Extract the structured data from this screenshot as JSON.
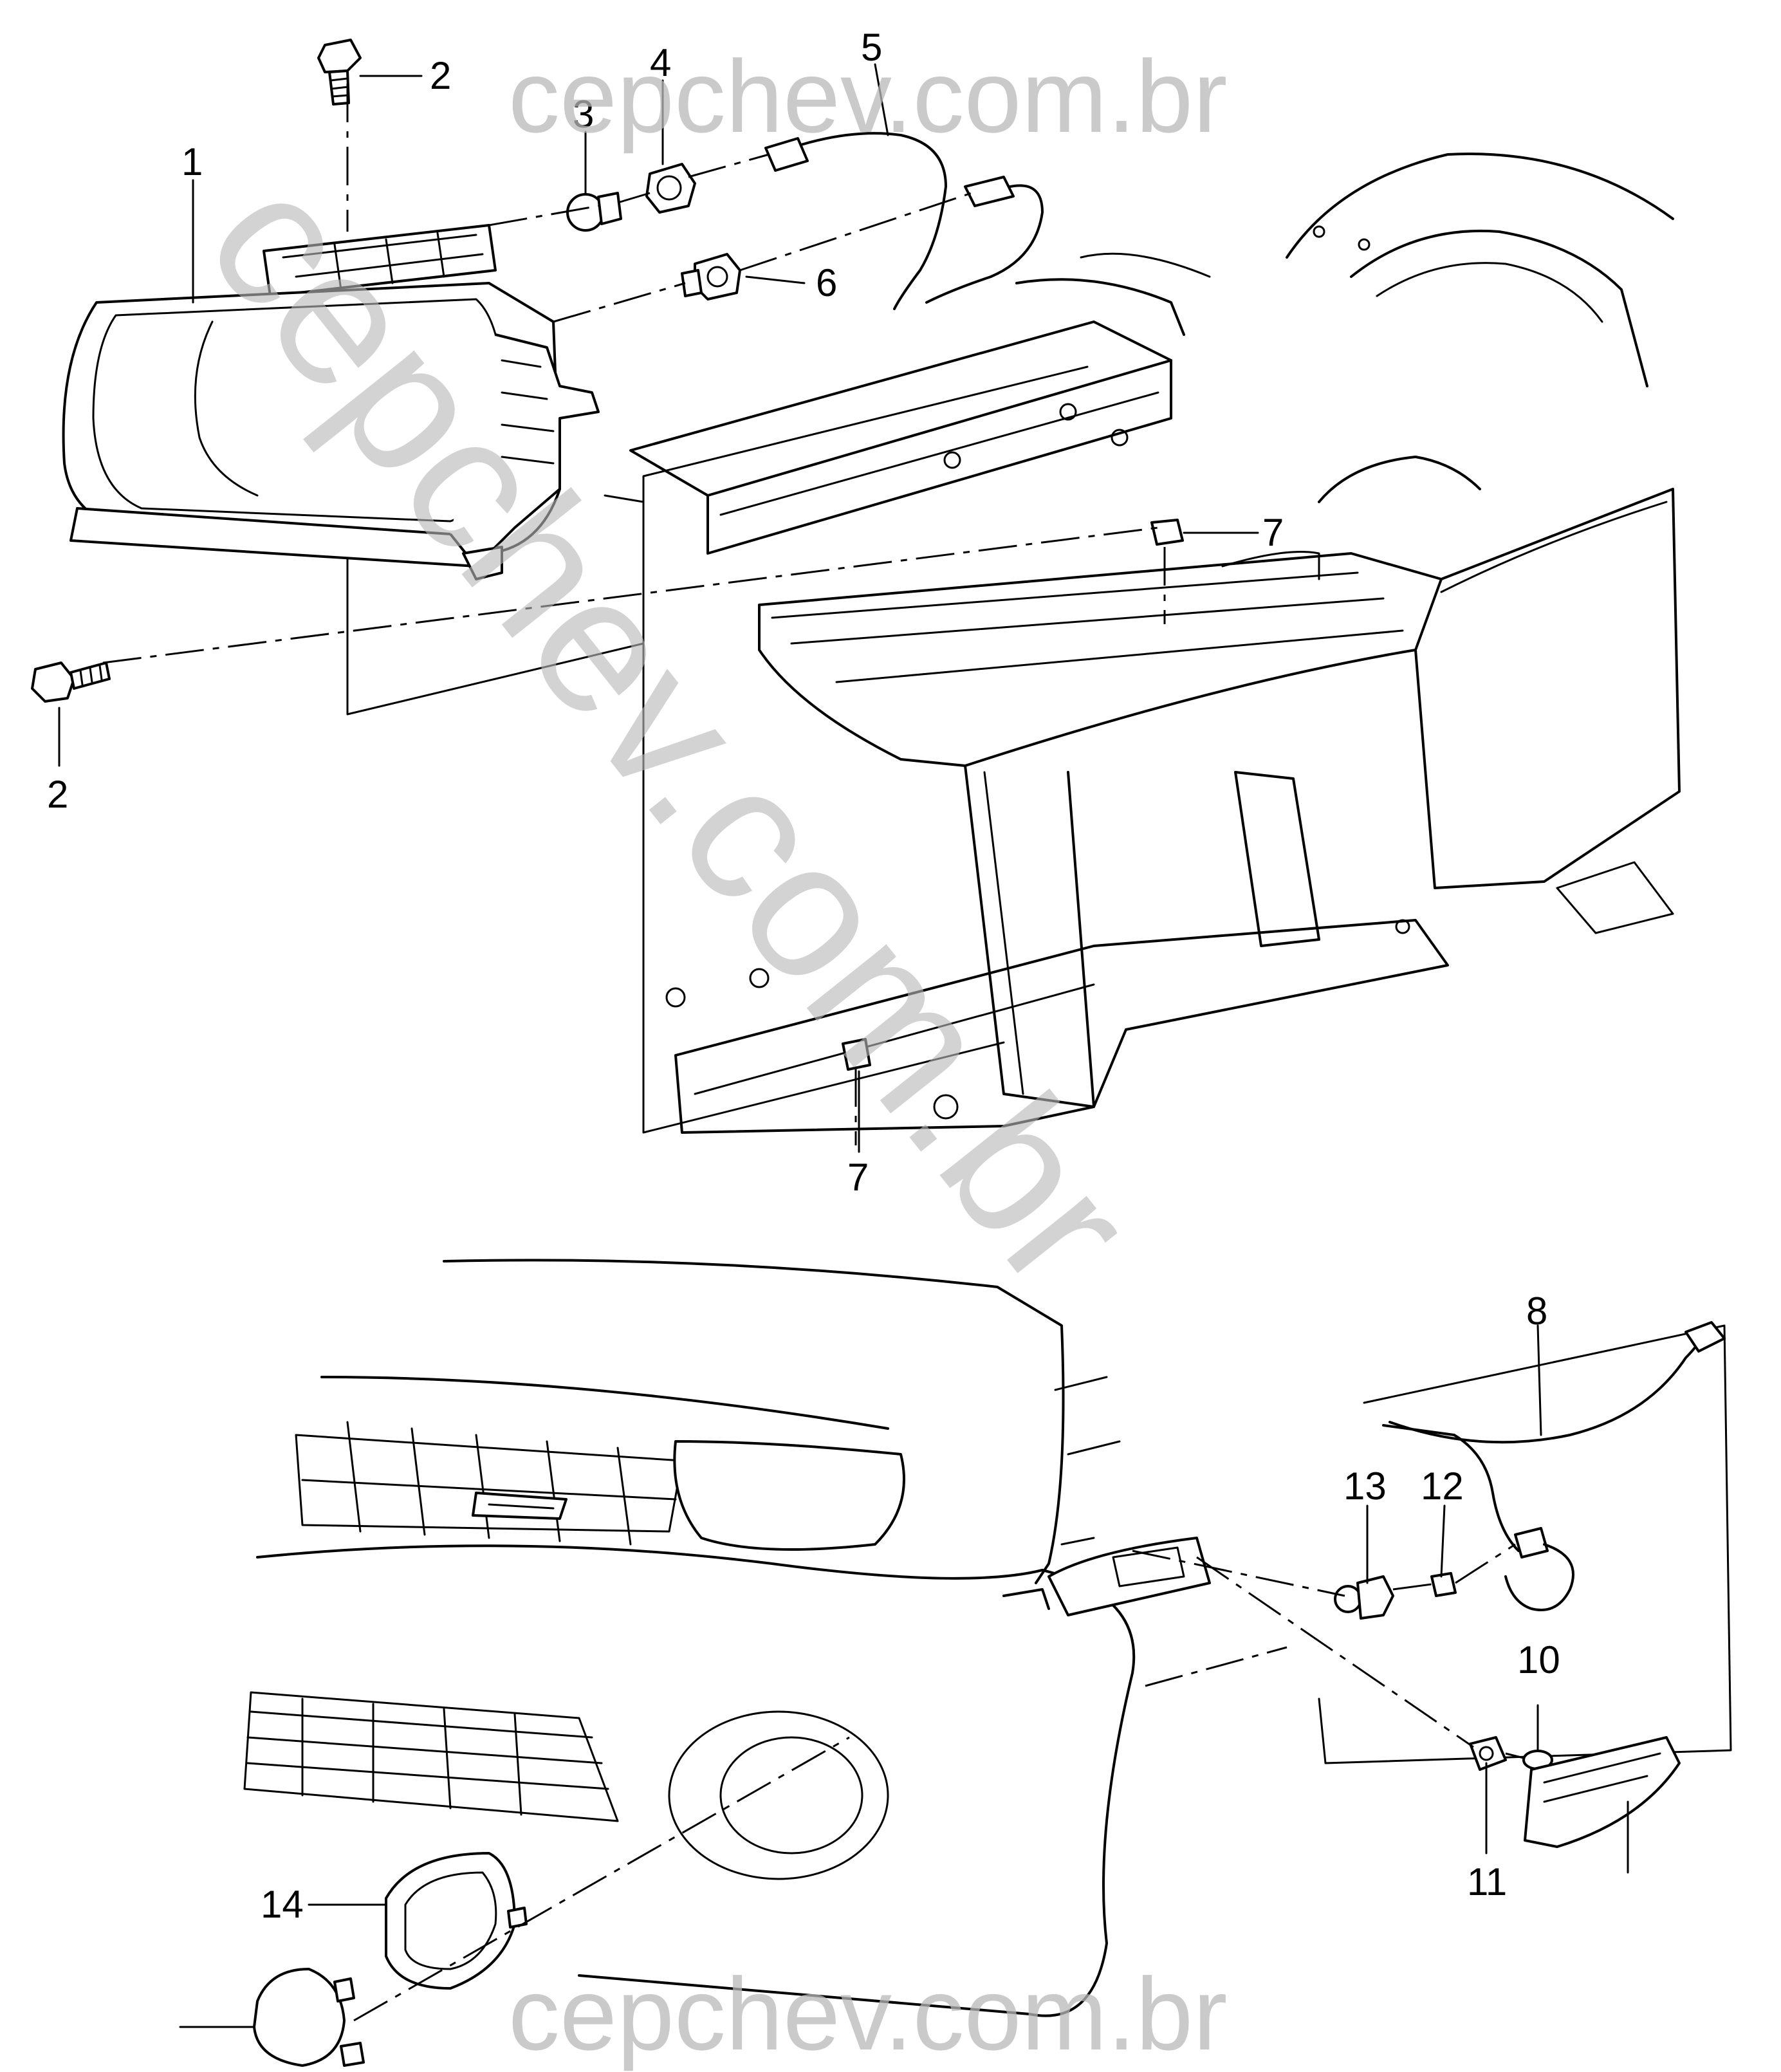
{
  "watermark": {
    "top": "cepchev.com.br",
    "bottom": "cepchev.com.br",
    "diagonal": "cepchev.com.br"
  },
  "callouts": {
    "c1": "1",
    "c2a": "2",
    "c2b": "2",
    "c3": "3",
    "c4": "4",
    "c5": "5",
    "c6": "6",
    "c7a": "7",
    "c7b": "7",
    "c8": "8",
    "c10": "10",
    "c11": "11",
    "c12": "12",
    "c13": "13",
    "c14": "14"
  }
}
